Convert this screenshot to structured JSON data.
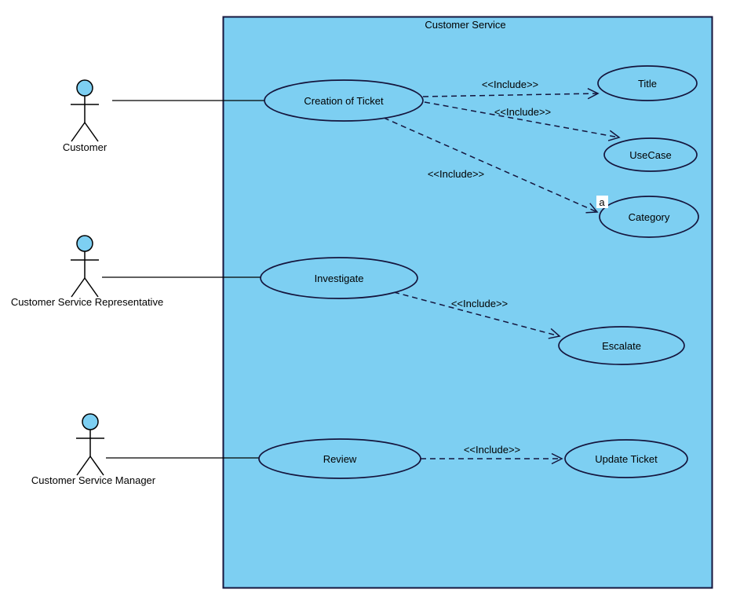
{
  "boundary": {
    "label": "Customer Service"
  },
  "actors": [
    {
      "id": "customer",
      "label": "Customer"
    },
    {
      "id": "customer-service-representative",
      "label": "Customer Service Representative"
    },
    {
      "id": "customer-service-manager",
      "label": "Customer Service Manager"
    }
  ],
  "use_cases": [
    {
      "id": "creation-of-ticket",
      "label": "Creation of Ticket"
    },
    {
      "id": "title",
      "label": "Title"
    },
    {
      "id": "usecase",
      "label": "UseCase"
    },
    {
      "id": "category",
      "label": "Category"
    },
    {
      "id": "investigate",
      "label": "Investigate"
    },
    {
      "id": "escalate",
      "label": "Escalate"
    },
    {
      "id": "review",
      "label": "Review"
    },
    {
      "id": "update-ticket",
      "label": "Update Ticket"
    }
  ],
  "includes": [
    {
      "from": "Creation of Ticket",
      "to": "Title",
      "label": "<<Include>>"
    },
    {
      "from": "Creation of Ticket",
      "to": "UseCase",
      "label": "<<Include>>"
    },
    {
      "from": "Creation of Ticket",
      "to": "Category",
      "label": "<<Include>>"
    },
    {
      "from": "Investigate",
      "to": "Escalate",
      "label": "<<Include>>"
    },
    {
      "from": "Review",
      "to": "Update Ticket",
      "label": "<<Include>>"
    }
  ],
  "associations": [
    {
      "from": "Customer",
      "to": "Creation of Ticket"
    },
    {
      "from": "Customer Service Representative",
      "to": "Investigate"
    },
    {
      "from": "Customer Service Manager",
      "to": "Review"
    }
  ],
  "annotations": [
    {
      "label": "a"
    }
  ],
  "colors": {
    "node_fill": "#7DCFF2",
    "node_stroke": "#15153D",
    "actor_stroke": "#000000",
    "text": "#000000",
    "background": "#FFFFFF"
  }
}
